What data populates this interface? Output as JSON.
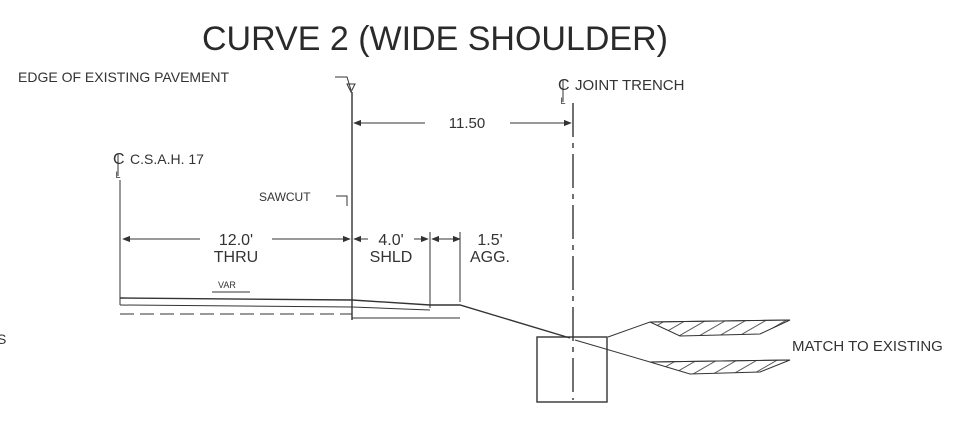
{
  "title": "CURVE 2 (WIDE SHOULDER)",
  "labels": {
    "edge_of_pavement": "EDGE OF EXISTING PAVEMENT",
    "joint_trench": "JOINT TRENCH",
    "dim_11_50": "11.50",
    "csah": "C.S.A.H. 17",
    "sawcut": "SAWCUT",
    "dim_12": "12.0'",
    "thru": "THRU",
    "dim_4": "4.0'",
    "shld": "SHLD",
    "dim_1_5": "1.5'",
    "agg": "AGG.",
    "var": "VAR",
    "match": "MATCH TO EXISTING",
    "left_edge_char": "S"
  },
  "symbols": {
    "centerline": "centerline-symbol"
  },
  "colors": {
    "ink": "#333333",
    "background": "#ffffff"
  }
}
